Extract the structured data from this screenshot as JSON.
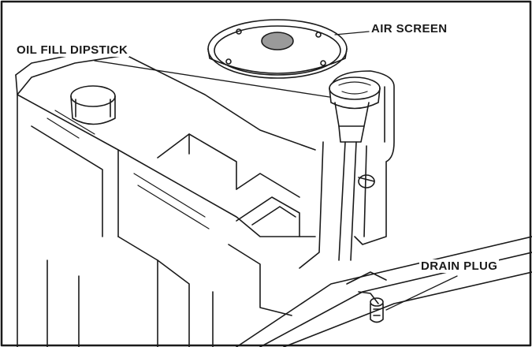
{
  "labels": {
    "air_screen": "AIR SCREEN",
    "oil_fill_dipstick": "OIL FILL DIPSTICK",
    "drain_plug": "DRAIN PLUG"
  },
  "colors": {
    "ink": "#1a1a1a",
    "background": "#ffffff",
    "shade": "#9a9a9a"
  }
}
